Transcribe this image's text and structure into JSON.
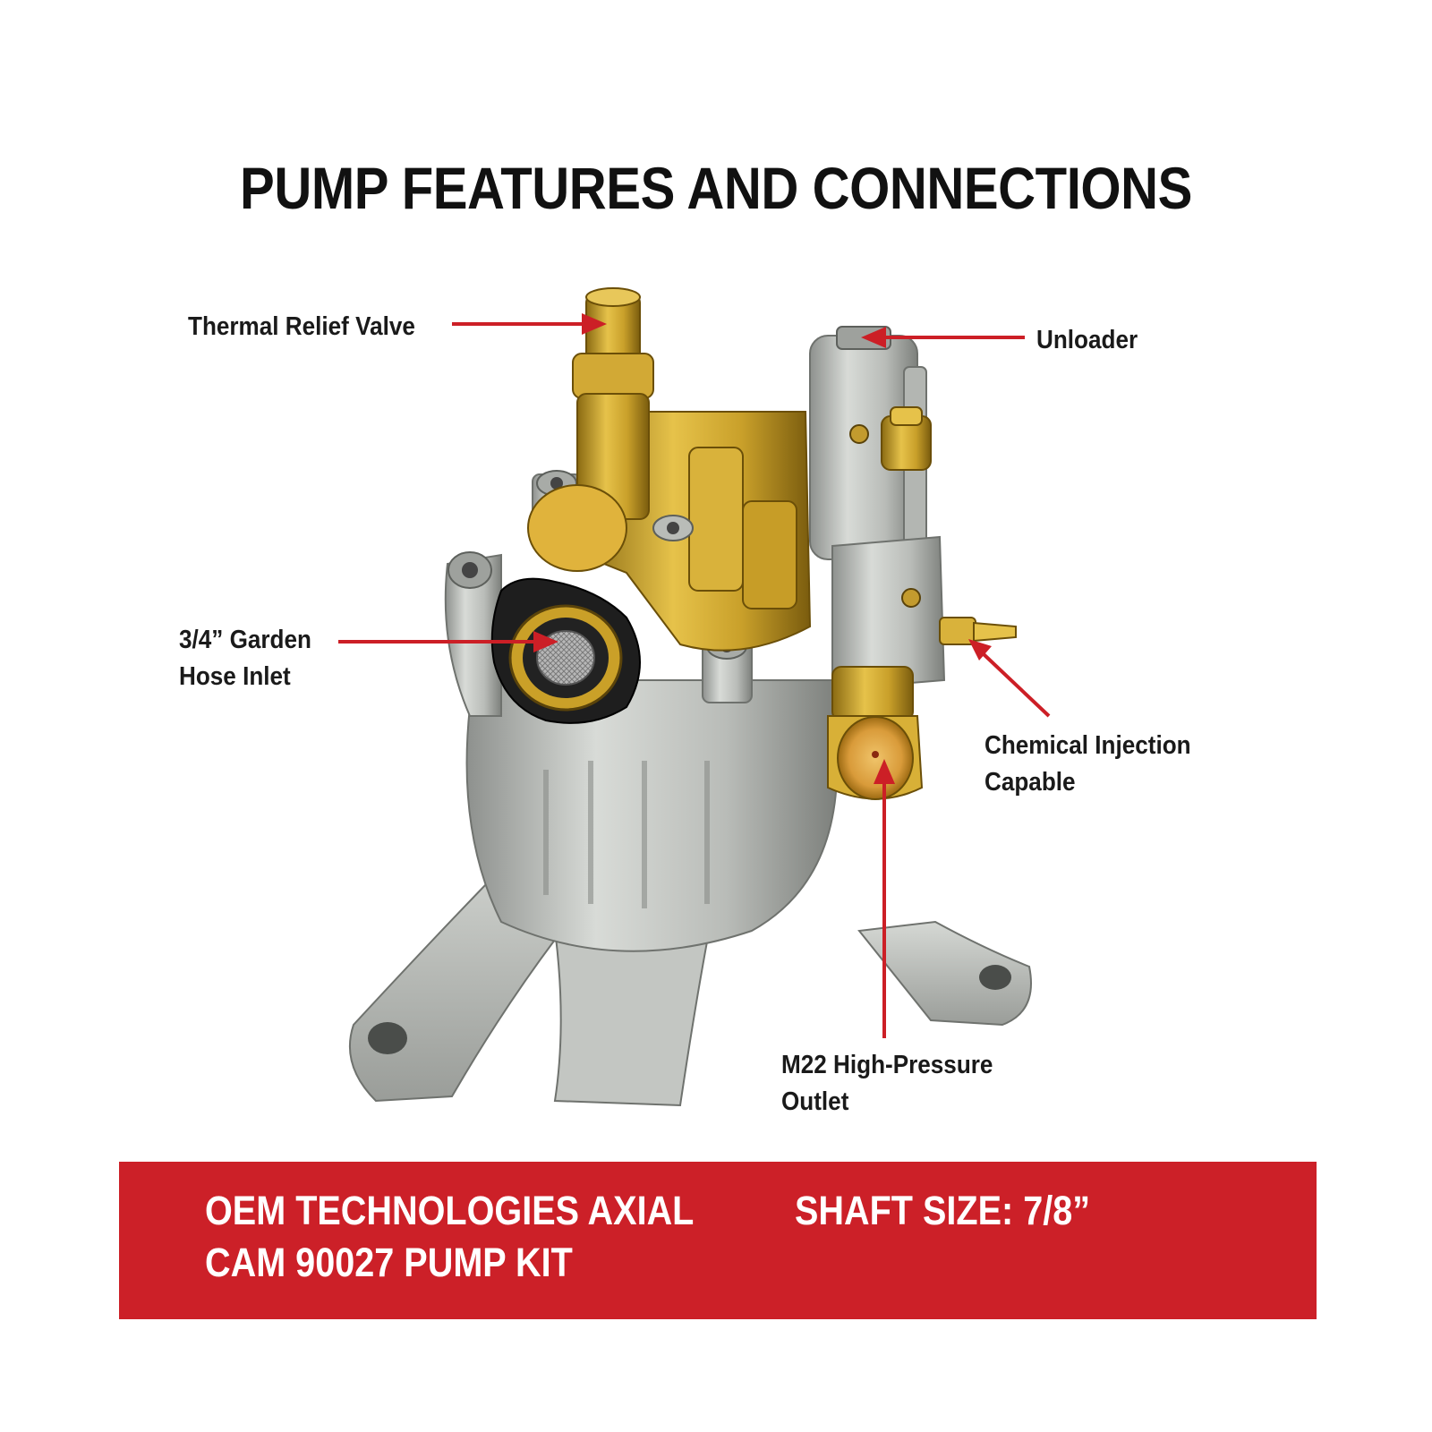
{
  "title": "PUMP FEATURES AND CONNECTIONS",
  "callouts": {
    "thermal_relief_valve": "Thermal Relief Valve",
    "unloader": "Unloader",
    "garden_hose_inlet": "3/4” Garden\nHose Inlet",
    "chemical_injection": "Chemical Injection\nCapable",
    "high_pressure_outlet": "M22 High-Pressure\nOutlet"
  },
  "banner": {
    "product_name": "OEM TECHNOLOGIES AXIAL\nCAM 90027 PUMP KIT",
    "shaft_size": "SHAFT SIZE: 7/8”"
  },
  "colors": {
    "accent_red": "#cc1f26",
    "banner_red": "#cc2028",
    "brass": "#d4a827",
    "aluminum": "#c9ccc8",
    "text_dark": "#111111"
  }
}
